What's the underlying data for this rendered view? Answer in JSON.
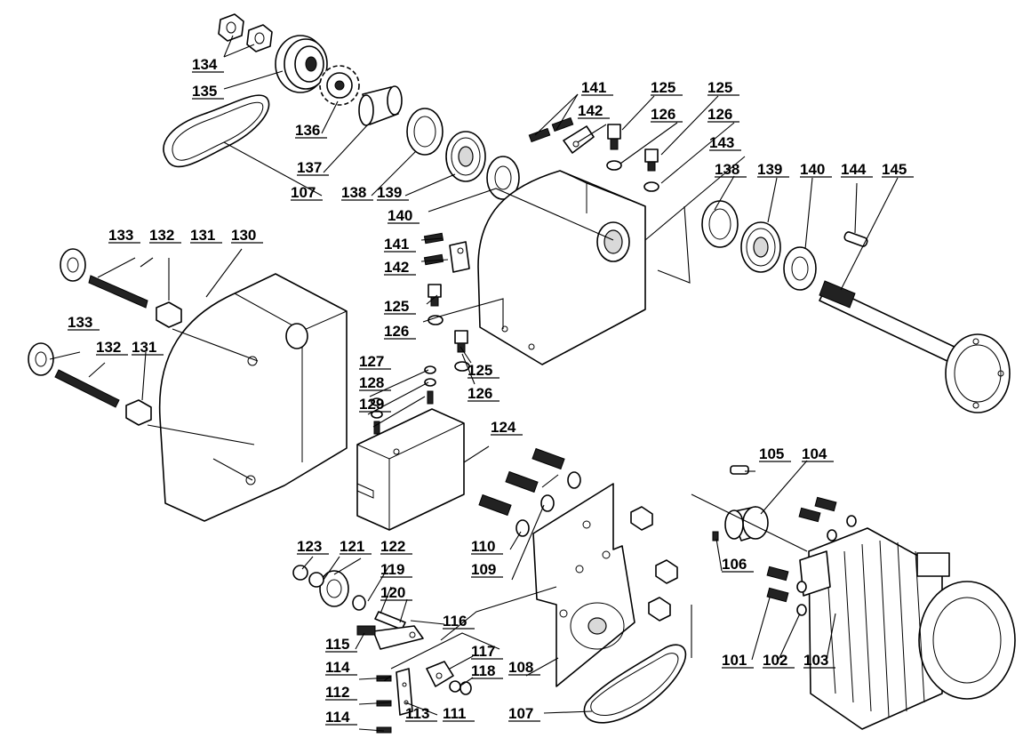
{
  "callouts": {
    "c101": "101",
    "c102": "102",
    "c103": "103",
    "c104": "104",
    "c105": "105",
    "c106": "106",
    "c107a": "107",
    "c107b": "107",
    "c108": "108",
    "c109": "109",
    "c110": "110",
    "c111": "111",
    "c112": "112",
    "c113": "113",
    "c114a": "114",
    "c114b": "114",
    "c115": "115",
    "c116": "116",
    "c117": "117",
    "c118": "118",
    "c119": "119",
    "c120": "120",
    "c121": "121",
    "c122": "122",
    "c123": "123",
    "c124": "124",
    "c125a": "125",
    "c125b": "125",
    "c125c": "125",
    "c125d": "125",
    "c126a": "126",
    "c126b": "126",
    "c126c": "126",
    "c126d": "126",
    "c127": "127",
    "c128": "128",
    "c129": "129",
    "c130": "130",
    "c131a": "131",
    "c131b": "131",
    "c132a": "132",
    "c132b": "132",
    "c133a": "133",
    "c133b": "133",
    "c134": "134",
    "c135": "135",
    "c136": "136",
    "c137": "137",
    "c138a": "138",
    "c138b": "138",
    "c139a": "139",
    "c139b": "139",
    "c140a": "140",
    "c140b": "140",
    "c141a": "141",
    "c141b": "141",
    "c142a": "142",
    "c142b": "142",
    "c143": "143",
    "c144": "144",
    "c145": "145"
  }
}
